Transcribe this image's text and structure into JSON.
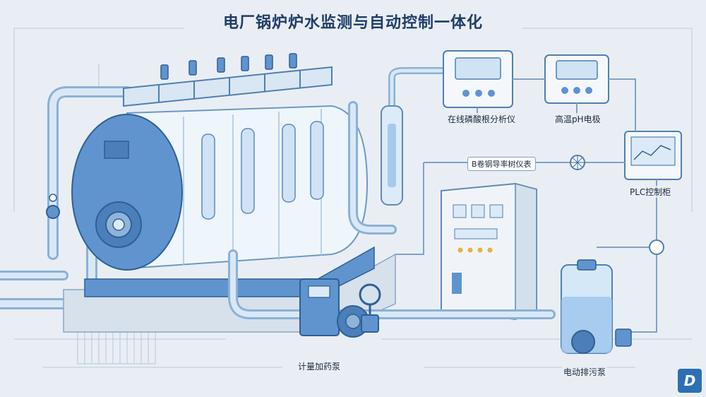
{
  "title": "电厂锅炉炉水监测与自动控制一体化",
  "labels": {
    "phosphate_analyzer": "在线磷酸根分析仪",
    "ph_electrode": "高温pH电极",
    "conductivity_meter": "B卷钢导率树仪表",
    "plc_cabinet": "PLC控制柜",
    "dosing_pump": "计量加药泵",
    "blowdown_pump": "电动排污泵"
  },
  "logo": {
    "text": "D"
  },
  "colors": {
    "background": "#e9eef4",
    "boiler_blue": "#5f94cf",
    "pipe": "#b8d3ec",
    "line": "#7fa2c8",
    "title": "#1f3d66"
  }
}
